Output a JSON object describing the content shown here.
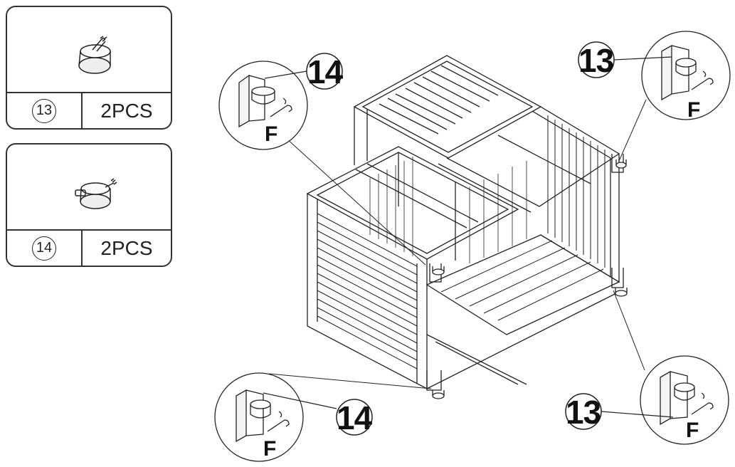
{
  "parts": [
    {
      "number": "13",
      "quantity": "2PCS"
    },
    {
      "number": "14",
      "quantity": "2PCS"
    }
  ],
  "callouts": [
    {
      "part": "14",
      "face": "F"
    },
    {
      "part": "13",
      "face": "F"
    },
    {
      "part": "14",
      "face": "F"
    },
    {
      "part": "13",
      "face": "F"
    }
  ]
}
